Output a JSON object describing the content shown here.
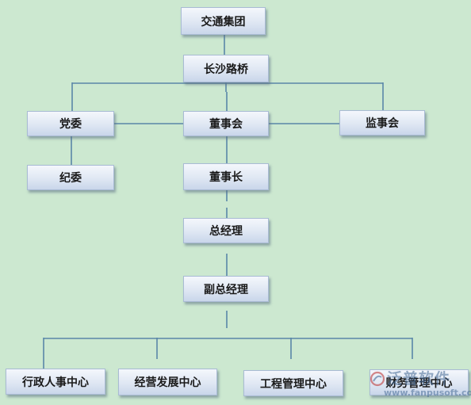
{
  "colors": {
    "background": "#cce8d0",
    "connector": "#5a86a8",
    "node_top": "#f4f7fc",
    "node_bottom": "#c9d6ea",
    "node_border": "#a9bbd4"
  },
  "nodes": {
    "group": "交通集团",
    "changsha_bridge": "长沙路桥",
    "party_committee": "党委",
    "board_of_directors": "董事会",
    "supervisory_board": "监事会",
    "discipline_committee": "纪委",
    "chairman": "董事长",
    "general_manager": "总经理",
    "deputy_general_manager": "副总经理",
    "admin_hr_center": "行政人事中心",
    "business_dev_center": "经营发展中心",
    "engineering_center": "工程管理中心",
    "finance_center": "财务管理中心"
  },
  "watermark": {
    "text_cn": "泛普软件",
    "text_en": "www.fanpusoft.com"
  }
}
